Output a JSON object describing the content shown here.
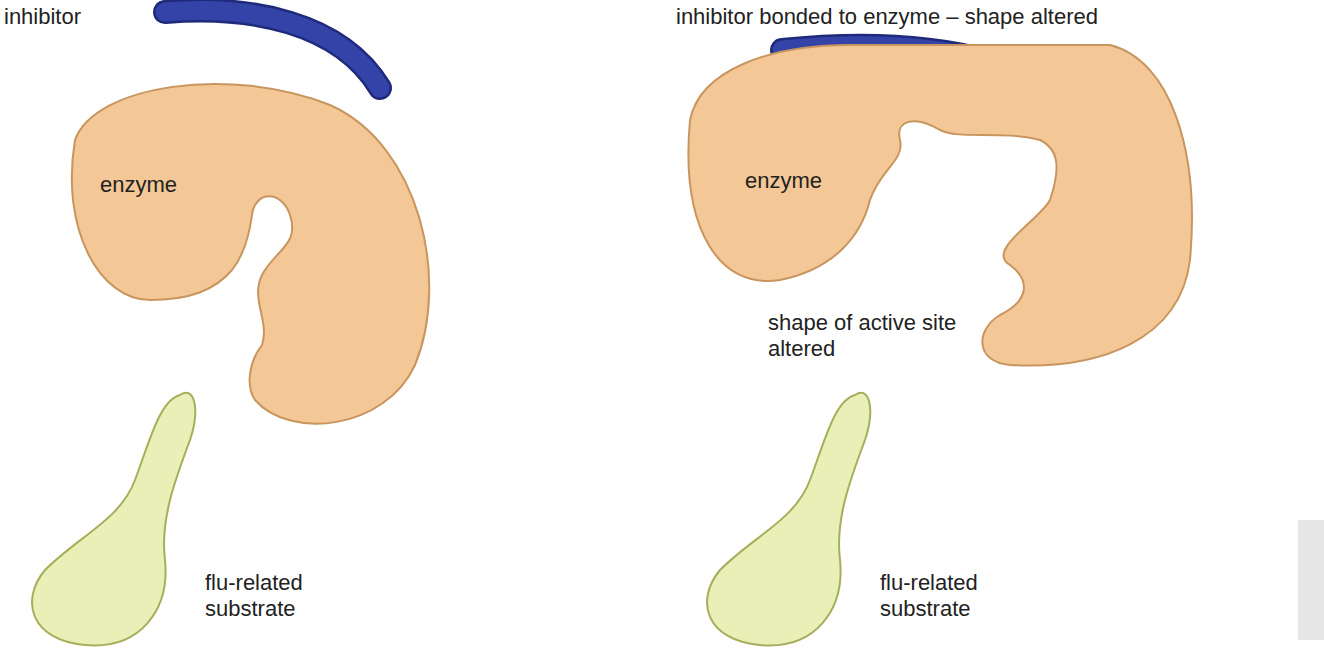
{
  "diagram": {
    "nodes": [
      {
        "text": [
          "enzyme"
        ]
      },
      {
        "text": [
          "enzyme"
        ]
      }
    ],
    "labels": [
      "inhibitor",
      "inhibitor bonded to enzyme – shape altered",
      "shape of active site altered",
      "flu-related substrate",
      "flu-related substrate"
    ]
  }
}
